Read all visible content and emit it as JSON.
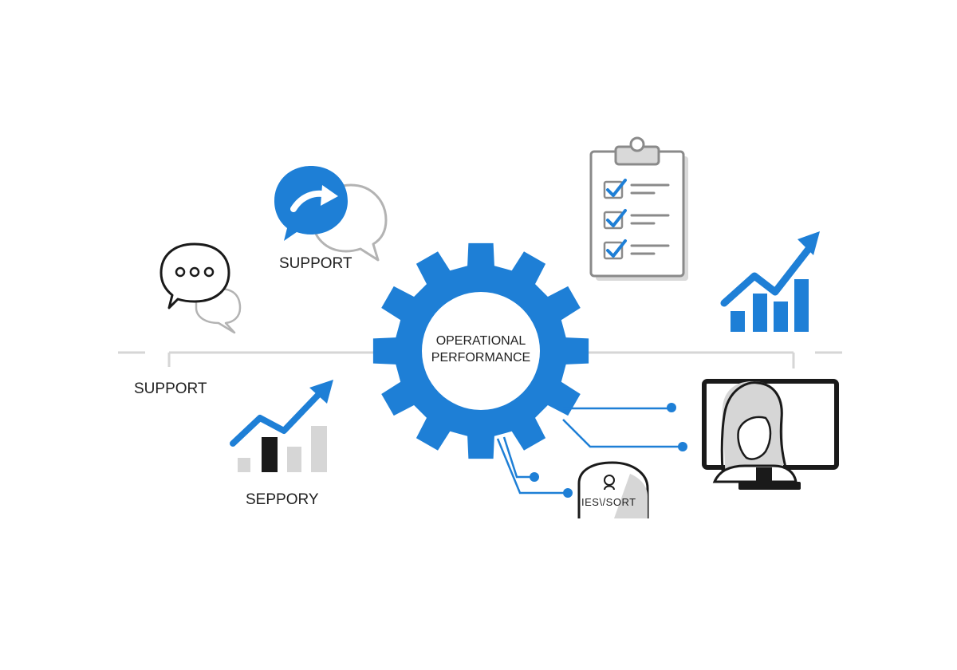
{
  "labels": {
    "support_top": "SUPPORT",
    "support_left": "SUPPORT",
    "seppory": "SEPPORY",
    "center_line1": "OPERATIONAL",
    "center_line2": "PERFORMANCE",
    "small_node": "IES\\/SORT"
  },
  "colors": {
    "accent_blue": "#1E7FD6",
    "dark": "#1a1a1a",
    "gray": "#b3b3b3",
    "light_gray": "#d6d6d6"
  },
  "icons": [
    "chat-dots-icon",
    "chat-arrow-icon",
    "clipboard-checklist-icon",
    "growth-chart-icon",
    "growth-chart-small-icon",
    "gear-icon",
    "monitor-person-icon",
    "person-node-icon"
  ]
}
